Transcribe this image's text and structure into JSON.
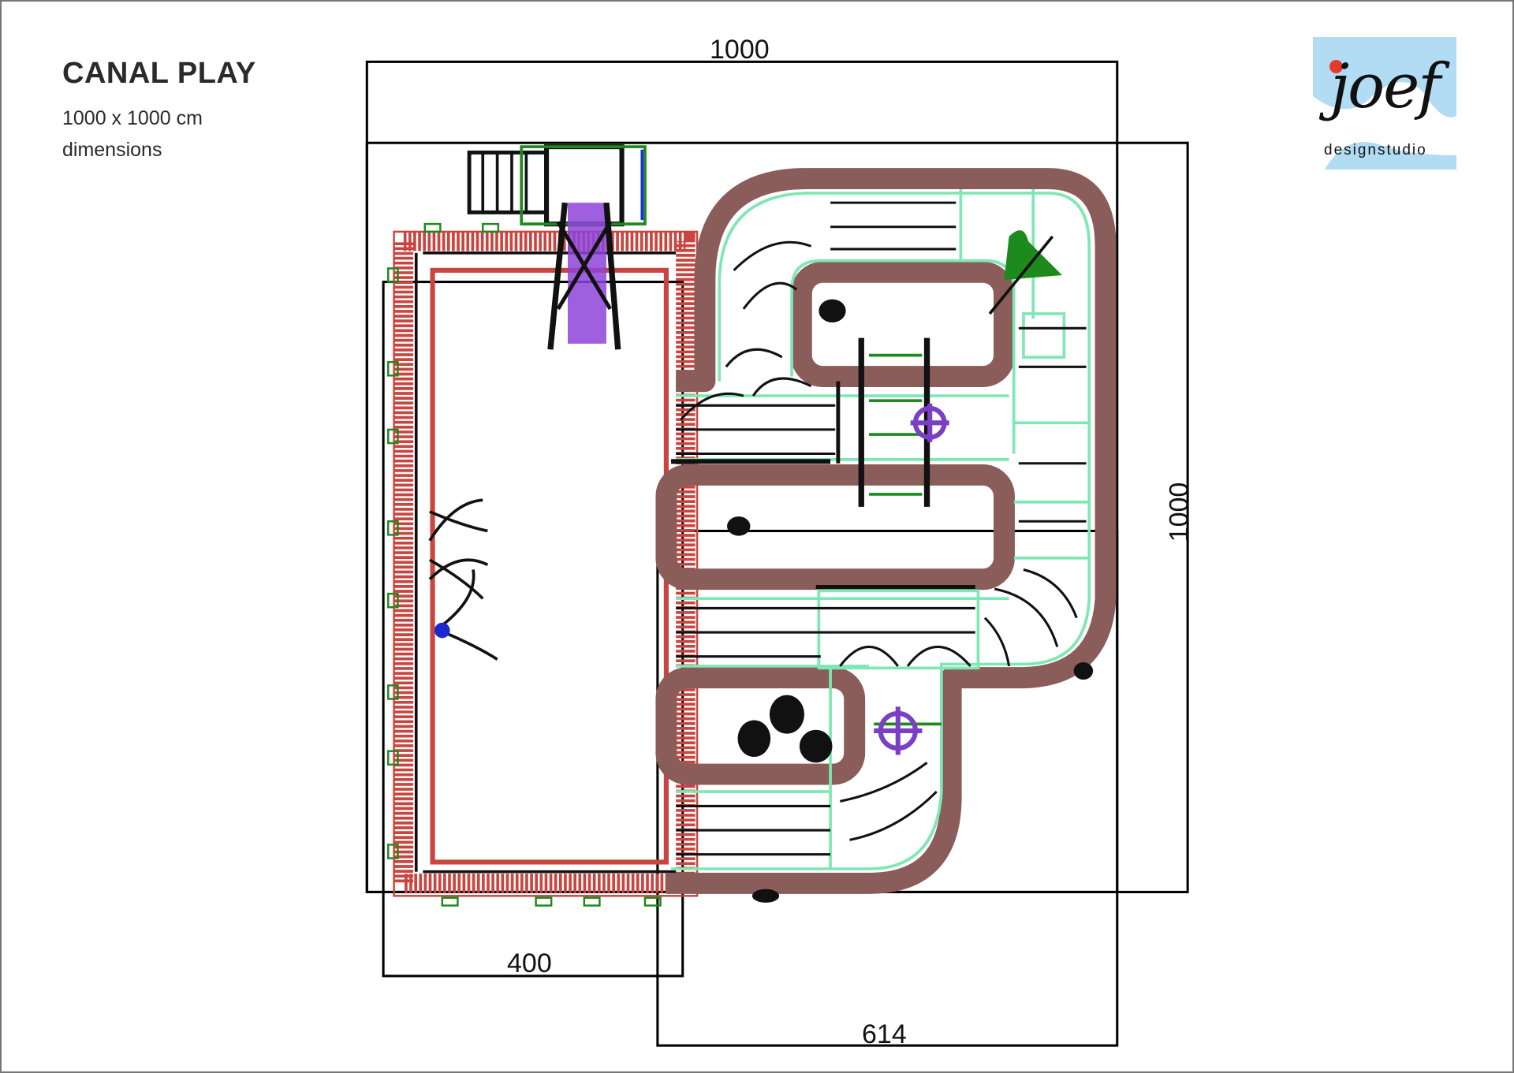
{
  "header": {
    "title": "CANAL PLAY",
    "size": "1000 x 1000 cm",
    "caption": "dimensions"
  },
  "dimensions": {
    "top": "1000",
    "right": "1000",
    "bottom_left": "400",
    "bottom_right": "614"
  },
  "logo": {
    "name": "joef",
    "tagline": "designstudio"
  },
  "colors": {
    "canal": "#8a5c5a",
    "rail": "#7ee8b4",
    "sandpit": "#c9453f",
    "target": "#7b3fc4",
    "logo_bg": "#b1dcf3",
    "logo_dot": "#e53a2a"
  }
}
